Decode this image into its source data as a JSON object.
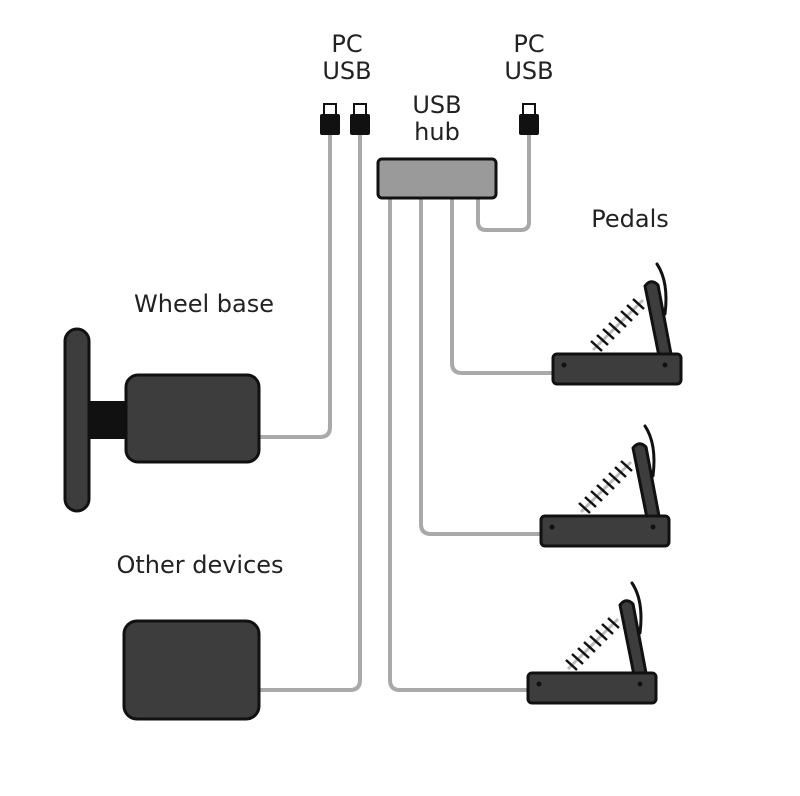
{
  "labels": {
    "pc_usb_left": [
      "PC",
      "USB"
    ],
    "pc_usb_right": [
      "PC",
      "USB"
    ],
    "usb_hub": [
      "USB",
      "hub"
    ],
    "pedals": "Pedals",
    "wheel_base": "Wheel base",
    "other_devices": "Other devices"
  },
  "colors": {
    "device_fill": "#3d3d3d",
    "hub_fill": "#9a9a9a",
    "cable": "#a9a9a9",
    "outline": "#111111"
  }
}
